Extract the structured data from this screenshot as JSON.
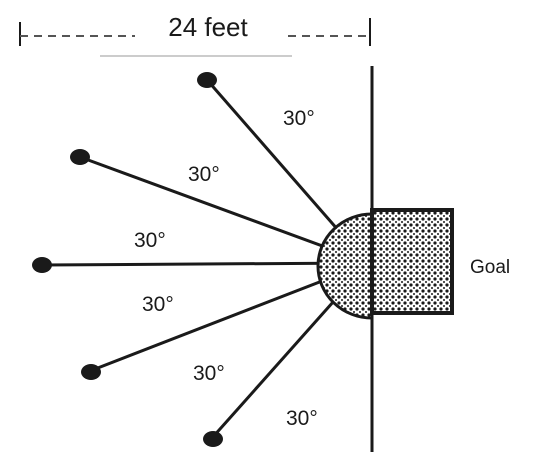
{
  "distance_label": "24 feet",
  "goal_label": "Goal",
  "angle_labels": [
    "30°",
    "30°",
    "30°",
    "30°",
    "30°",
    "30°"
  ],
  "colors": {
    "ink": "#1a1a1a",
    "background": "#ffffff"
  }
}
